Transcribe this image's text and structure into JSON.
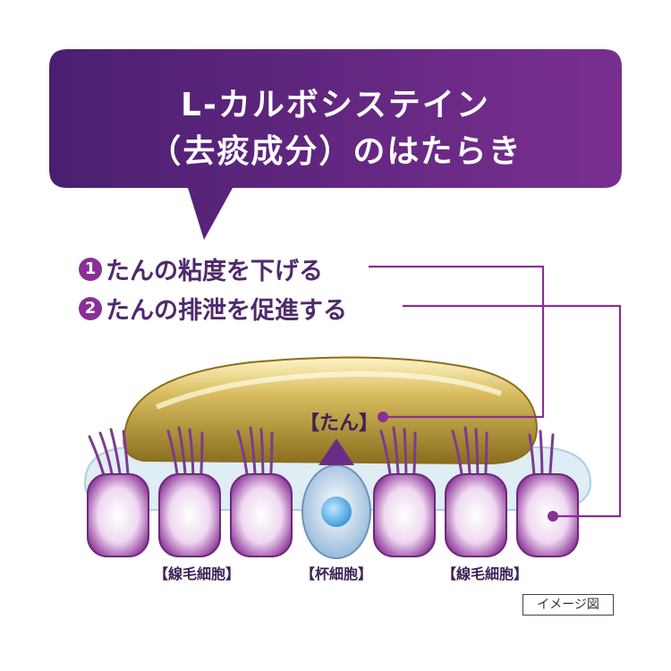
{
  "title": {
    "line1": "L-カルボシステイン",
    "line2": "（去痰成分）のはたらき"
  },
  "points": [
    {
      "number": "1",
      "text": "たんの粘度を下げる"
    },
    {
      "number": "2",
      "text": "たんの排泄を促進する"
    }
  ],
  "labels": {
    "phlegm": "【たん】",
    "cilia_left": "【線毛細胞】",
    "goblet": "【杯細胞】",
    "cilia_right": "【線毛細胞】"
  },
  "note": "イメージ図",
  "colors": {
    "bubble": "#6a2d86",
    "accent": "#8a2f95",
    "phlegm": "#c9aa4a"
  }
}
